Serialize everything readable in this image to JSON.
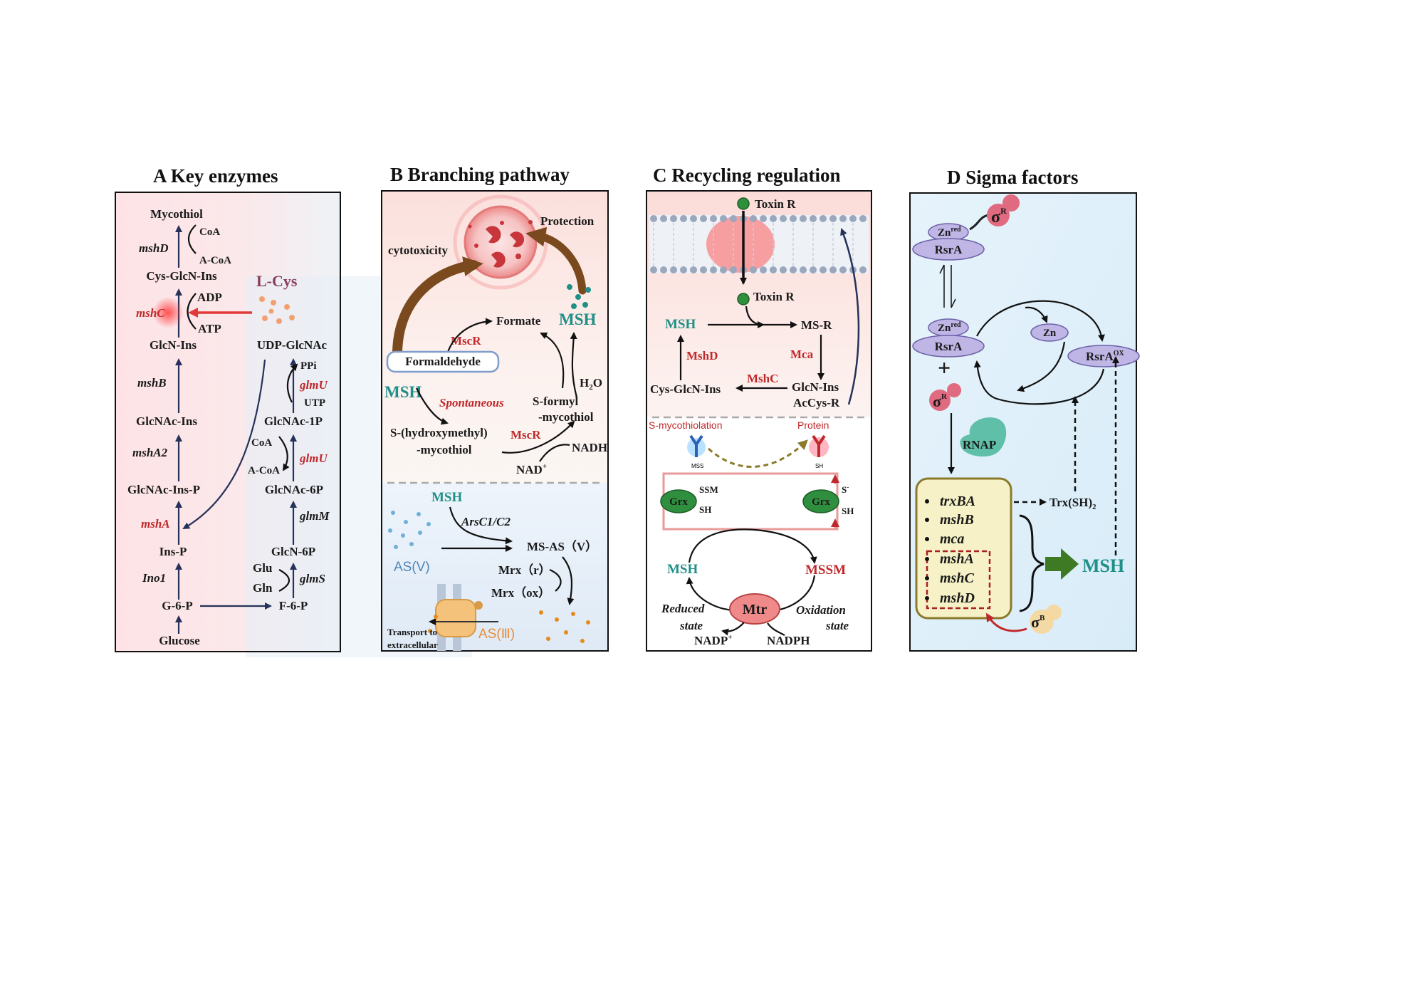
{
  "panels": {
    "a": {
      "title": "A  Key enzymes",
      "left": [
        "Mycothiol",
        "Cys-GlcN-Ins",
        "GlcN-Ins",
        "GlcNAc-Ins",
        "GlcNAc-Ins-P",
        "Ins-P",
        "G-6-P",
        "Glucose"
      ],
      "left_enzymes": [
        "mshD",
        "mshC",
        "mshB",
        "mshA2",
        "mshA",
        "Ino1"
      ],
      "right": [
        "UDP-GlcNAc",
        "GlcNAc-1P",
        "GlcNAc-6P",
        "GlcN-6P",
        "F-6-P"
      ],
      "right_enzymes": [
        "glmU",
        "glmU",
        "glmM",
        "glmS"
      ],
      "cofactors": {
        "coa": "CoA",
        "acoa": "A-CoA",
        "adp": "ADP",
        "atp": "ATP",
        "ppi": "PPi",
        "utp": "UTP",
        "coa2": "CoA",
        "acoa2": "A-CoA",
        "glu": "Glu",
        "gln": "Gln"
      },
      "lcys": "L-Cys"
    },
    "b": {
      "title": "B  Branching pathway",
      "protection": "Protection",
      "cytotoxicity": "cytotoxicity",
      "formate": "Formate",
      "msh1": "MSH",
      "mscr1": "MscR",
      "formaldehyde": "Formaldehyde",
      "msh2": "MSH",
      "spontaneous": "Spontaneous",
      "h2o": "H",
      "h2o_sub": "2",
      "h2o_o": "O",
      "sformyl1": "S-formyl",
      "sformyl2": "-mycothiol",
      "shydroxy1": "S-(hydroxymethyl)",
      "shydroxy2": "-mycothiol",
      "mscr2": "MscR",
      "nadh": "NADH",
      "nad": "NAD",
      "nad_sup": "+",
      "msh3": "MSH",
      "arsc": "ArsC1/C2",
      "asv": "AS(V)",
      "msas": "MS-AS（V）",
      "mrxr": "Mrx（r）",
      "mrxox": "Mrx（ox）",
      "transport1": "Transport to",
      "transport2": "extracellular",
      "asiii": "AS(Ⅲ)"
    },
    "c": {
      "title": "C  Recycling regulation",
      "toxin1": "Toxin R",
      "toxin2": "Toxin R",
      "msh": "MSH",
      "msr": "MS-R",
      "mshd": "MshD",
      "mca": "Mca",
      "mshc": "MshC",
      "cysglcn": "Cys-GlcN-Ins",
      "glcnins": "GlcN-Ins",
      "accys": "AcCys-R",
      "smyco": "S-mycothiolation",
      "protein": "Protein",
      "mss": "MSS",
      "sh_small": "SH",
      "grx1": "Grx",
      "grx2": "Grx",
      "ssm": "SSM",
      "sh1": "SH",
      "sminus": "S",
      "sminus_sup": "-",
      "sh2": "SH",
      "msh_b": "MSH",
      "mssm": "MSSM",
      "mtr": "Mtr",
      "reduced1": "Reduced",
      "reduced2": "state",
      "oxid1": "Oxidation",
      "oxid2": "state",
      "nadp": "NADP",
      "nadp_sup": "+",
      "nadph": "NADPH"
    },
    "d": {
      "title": "D  Sigma factors",
      "sigma": "σ",
      "r": "R",
      "b": "B",
      "zn": "Zn",
      "red": "red",
      "rsra": "RsrA",
      "zn_free": "Zn",
      "rsraox": "RsrA",
      "ox": "OX",
      "rnap": "RNAP",
      "genes": [
        "trxBA",
        "mshB",
        "mca",
        "mshA",
        "mshC",
        "mshD"
      ],
      "trx": "Trx(SH)",
      "trx_sub": "2",
      "msh": "MSH"
    }
  },
  "colors": {
    "red": "#c0282b",
    "teal": "#1f8f87",
    "navy": "#26325a",
    "brown": "#7a4a1e"
  }
}
